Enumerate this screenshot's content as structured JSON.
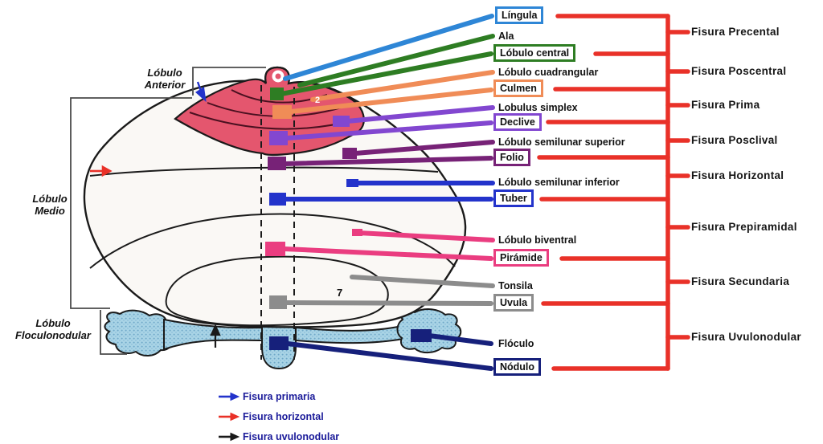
{
  "palette": {
    "bracket_red": "#e93128",
    "lingula_blue": "#2e86d6",
    "green": "#2e7d23",
    "orange": "#f08c57",
    "violet": "#8247d0",
    "dark_purple": "#772277",
    "blue": "#2333cb",
    "pink": "#ea3d80",
    "gray": "#8c8c8c",
    "navy": "#16207b",
    "anterior_lobe_fill": "#e4566e",
    "flocculonodular_fill": "#a9d4e6",
    "legend_text": "#1a1a99"
  },
  "left_lobes": [
    {
      "id": "anterior",
      "line1": "Lóbulo",
      "line2": "Anterior"
    },
    {
      "id": "medio",
      "line1": "Lóbulo",
      "line2": "Medio"
    },
    {
      "id": "floculonodular",
      "line1": "Lóbulo",
      "line2": "Floculonodular"
    }
  ],
  "structures": [
    {
      "label": "Língula",
      "boxed": true,
      "color": "#2e86d6"
    },
    {
      "label": "Ala",
      "boxed": false,
      "color": "#2e7d23"
    },
    {
      "label": "Lóbulo central",
      "boxed": true,
      "color": "#2e7d23"
    },
    {
      "label": "Lóbulo cuadrangular",
      "boxed": false,
      "color": "#f08c57"
    },
    {
      "label": "Culmen",
      "boxed": true,
      "color": "#f08c57"
    },
    {
      "label": "Lobulus simplex",
      "boxed": false,
      "color": "#8247d0"
    },
    {
      "label": "Declive",
      "boxed": true,
      "color": "#8247d0"
    },
    {
      "label": "Lóbulo semilunar superior",
      "boxed": false,
      "color": "#772277"
    },
    {
      "label": "Folio",
      "boxed": true,
      "color": "#772277"
    },
    {
      "label": "Lóbulo semilunar inferior",
      "boxed": false,
      "color": "#2333cb"
    },
    {
      "label": "Tuber",
      "boxed": true,
      "color": "#2333cb"
    },
    {
      "label": "Lóbulo biventral",
      "boxed": false,
      "color": "#ea3d80"
    },
    {
      "label": "Pirámide",
      "boxed": true,
      "color": "#ea3d80"
    },
    {
      "label": "Tonsila",
      "boxed": false,
      "color": "#8c8c8c"
    },
    {
      "label": "Uvula",
      "boxed": true,
      "color": "#8c8c8c"
    },
    {
      "label": "Flóculo",
      "boxed": false,
      "color": "#16207b"
    },
    {
      "label": "Nódulo",
      "boxed": true,
      "color": "#16207b"
    }
  ],
  "fissures": [
    {
      "label": "Fisura Precental"
    },
    {
      "label": "Fisura Poscentral"
    },
    {
      "label": "Fisura Prima"
    },
    {
      "label": "Fisura Posclival"
    },
    {
      "label": "Fisura Horizontal"
    },
    {
      "label": "Fisura Prepiramidal"
    },
    {
      "label": "Fisura Secundaria"
    },
    {
      "label": "Fisura Uvulonodular"
    }
  ],
  "legend": [
    {
      "label": "Fisura primaria",
      "arrow_color": "#2333cb"
    },
    {
      "label": "Fisura horizontal",
      "arrow_color": "#e93128"
    },
    {
      "label": "Fisura uvulonodular",
      "arrow_color": "#1a1a1a"
    }
  ],
  "annotations": {
    "vermis_number": "2",
    "uvula_number": "7"
  }
}
